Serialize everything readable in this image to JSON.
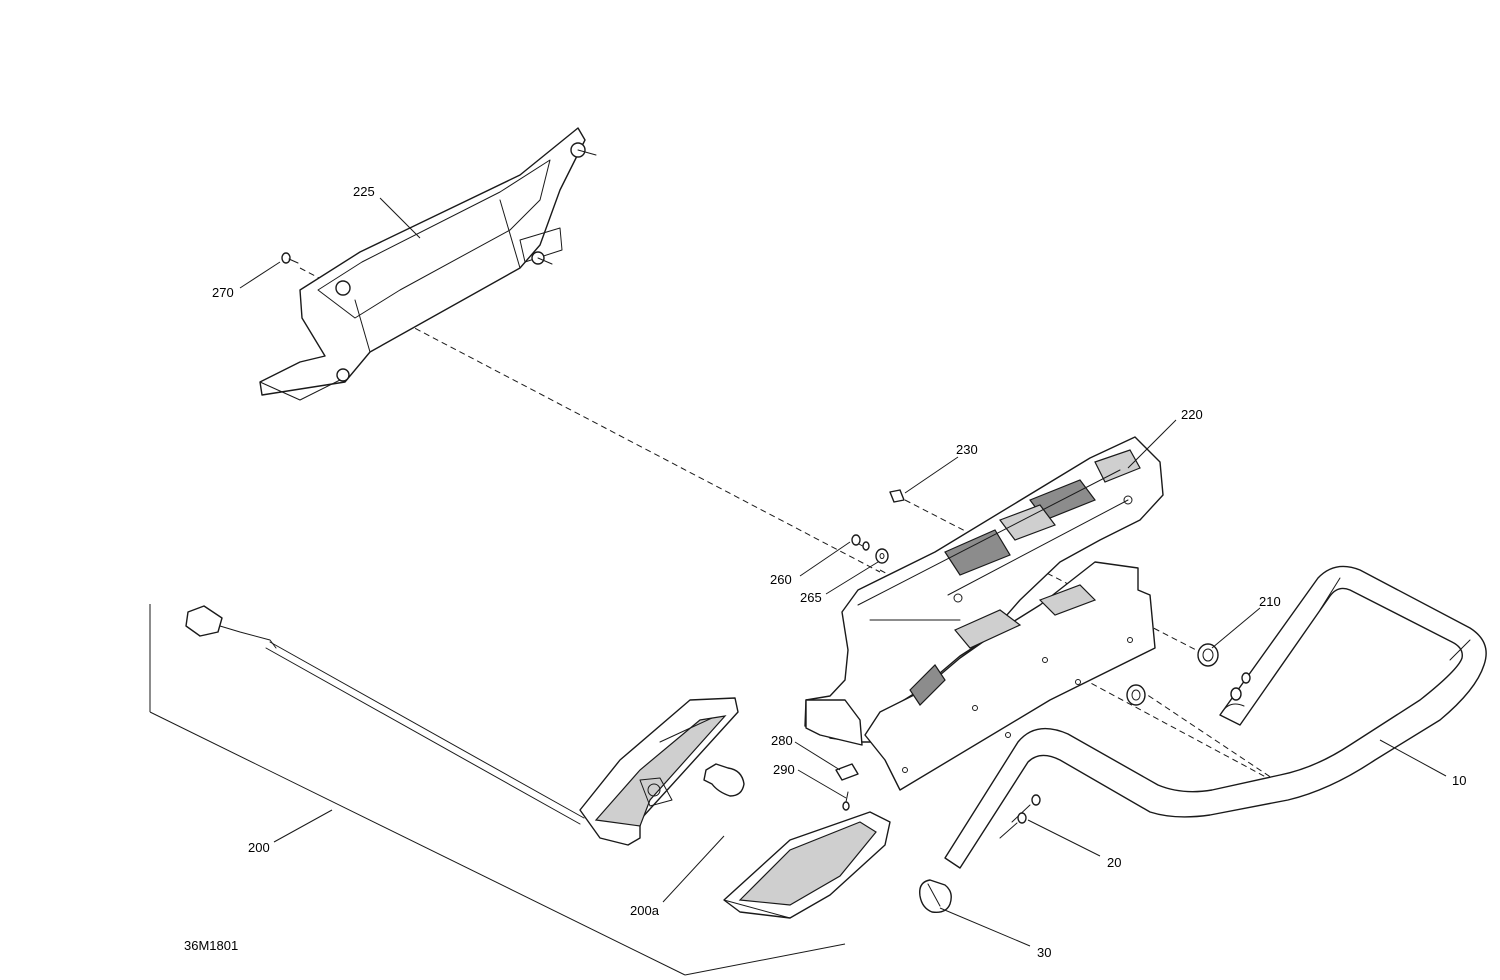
{
  "diagram": {
    "reference_code": "36M1801",
    "callouts": {
      "c10": "10",
      "c20": "20",
      "c30": "30",
      "c200": "200",
      "c200a": "200a",
      "c210": "210",
      "c220": "220",
      "c225": "225",
      "c230": "230",
      "c260": "260",
      "c265": "265",
      "c270": "270",
      "c280": "280",
      "c290": "290"
    }
  }
}
